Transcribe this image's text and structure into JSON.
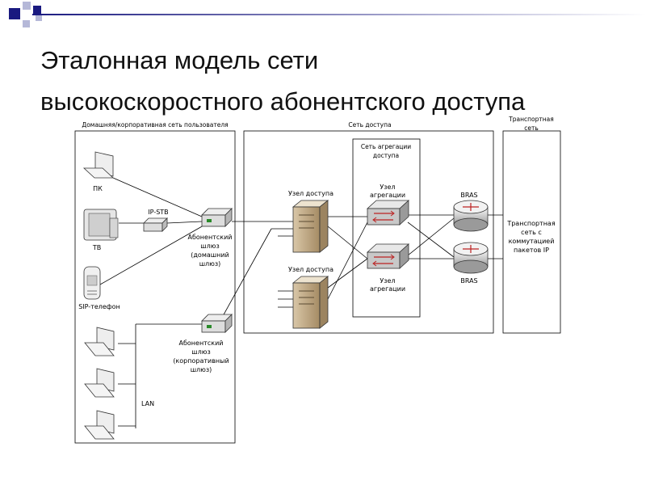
{
  "slide": {
    "title_line1": "Эталонная модель сети",
    "title_line2": "высокоскоростного абонентского доступа"
  },
  "zones": {
    "home": "Домашняя/корпоративная сеть пользователя",
    "access": "Сеть доступа",
    "aggregation_line1": "Сеть агрегации",
    "aggregation_line2": "доступа",
    "transport_line1": "Транспортная",
    "transport_line2": "сеть"
  },
  "devices": {
    "pc": "ПК",
    "tv": "ТВ",
    "ipstb": "IP-STB",
    "sip": "SIP-телефон",
    "gw_home_l1": "Абонентский",
    "gw_home_l2": "шлюз",
    "gw_home_l3": "(домашний",
    "gw_home_l4": "шлюз)",
    "gw_corp_l1": "Абонентский",
    "gw_corp_l2": "шлюз",
    "gw_corp_l3": "(корпоративный",
    "gw_corp_l4": "шлюз)",
    "lan": "LAN",
    "access_node_1": "Узел доступа",
    "access_node_2": "Узел доступа",
    "agg1_l1": "Узел",
    "agg1_l2": "агрегации",
    "agg2_l1": "Узел",
    "agg2_l2": "агрегации",
    "bras1": "BRAS",
    "bras2": "BRAS",
    "transport_l1": "Транспортная",
    "transport_l2": "сеть с",
    "transport_l3": "коммутацией",
    "transport_l4": "пакетов IP"
  },
  "colors": {
    "accent_dark": "#1a1a80",
    "accent_light": "#b5b8d8"
  }
}
